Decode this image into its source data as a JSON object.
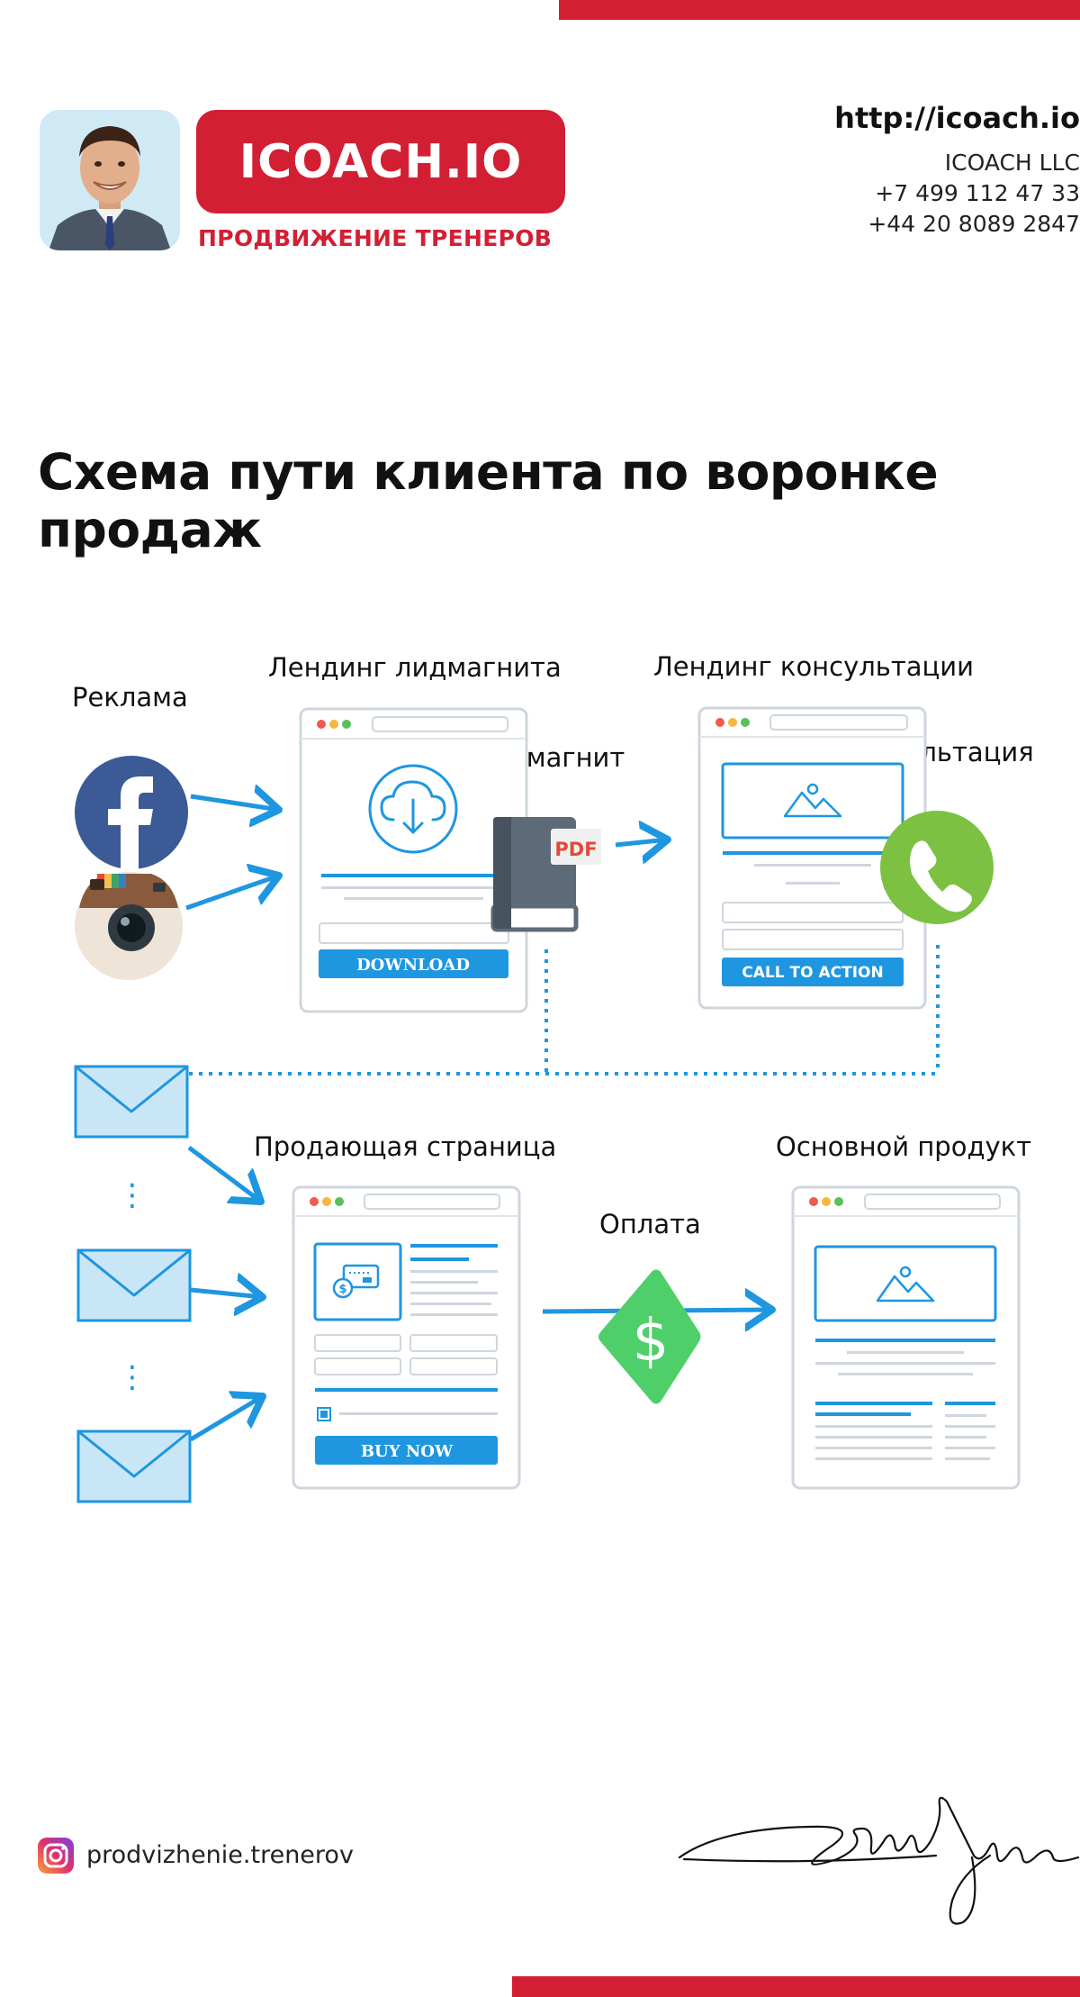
{
  "header": {
    "brand_name": "ICOACH.IO",
    "brand_tagline": "ПРОДВИЖЕНИЕ ТРЕНЕРОВ",
    "url": "http://icoach.io",
    "company": "ICOACH LLC",
    "phone_ru": "+7 499 112 47 33",
    "phone_uk": "+44 20 8089 2847"
  },
  "title": "Схема пути клиента по воронке продаж",
  "diagram": {
    "ads_label": "Реклама",
    "lead_magnet_landing_label": "Лендинг лидмагнита",
    "lead_magnet_label": "Лидмагнит",
    "pdf_label": "PDF",
    "download_button": "DOWNLOAD",
    "consult_landing_label": "Лендинг консультации",
    "consult_label": "Консультация",
    "cta_button": "CALL TO ACTION",
    "sales_page_label": "Продающая страница",
    "buy_button": "BUY NOW",
    "payment_label": "Оплата",
    "main_product_label": "Основной продукт",
    "ellipsis": "⋮"
  },
  "footer": {
    "instagram_handle": "prodvizhenie.trenerov"
  },
  "colors": {
    "brand_red": "#d31f33",
    "diagram_blue": "#1e96e0",
    "facebook_blue": "#3b5a96",
    "phone_green": "#7cc142",
    "dollar_green": "#4fcf6a",
    "book_gray": "#5d6b78",
    "envelope_fill": "#c9e6f7"
  },
  "icons": [
    "avatar-portrait",
    "facebook-icon",
    "instagram-icon",
    "cloud-download-icon",
    "book-pdf-icon",
    "phone-icon",
    "envelope-icon",
    "dollar-diamond-icon",
    "image-placeholder-icon",
    "payment-card-icon",
    "instagram-small-icon",
    "signature"
  ]
}
